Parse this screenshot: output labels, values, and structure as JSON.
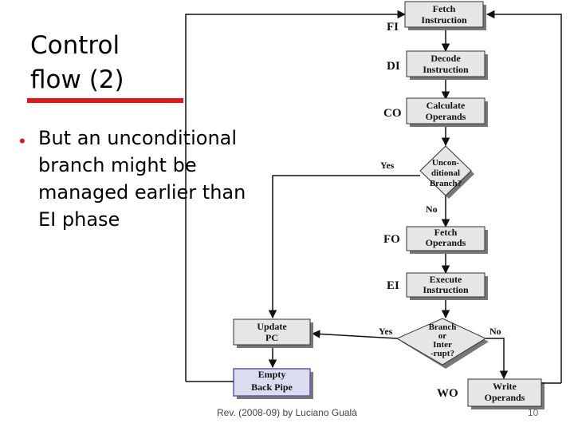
{
  "slide": {
    "title_line1": "Control",
    "title_line2": "flow (2)",
    "bullet": "But an unconditional branch might be managed earlier than EI phase",
    "footer": "Rev. (2008-09) by Luciano Gualà",
    "page_number": "10"
  },
  "diagram": {
    "stages": {
      "fi": "FI",
      "di": "DI",
      "co": "CO",
      "fo": "FO",
      "ei": "EI",
      "wo": "WO"
    },
    "boxes": {
      "fetch_instruction": [
        "Fetch",
        "Instruction"
      ],
      "decode_instruction": [
        "Decode",
        "Instruction"
      ],
      "calculate_operands": [
        "Calculate",
        "Operands"
      ],
      "fetch_operands": [
        "Fetch",
        "Operands"
      ],
      "execute_instruction": [
        "Execute",
        "Instruction"
      ],
      "update_pc": [
        "Update",
        "PC"
      ],
      "empty_back_pipe": [
        "Empty",
        "Back Pipe"
      ],
      "write_operands": [
        "Write",
        "Operands"
      ]
    },
    "decisions": {
      "unconditional_branch": [
        "Uncon-",
        "ditional",
        "Branch?"
      ],
      "branch_or_interrupt": [
        "Branch",
        "or",
        "Inter",
        "-rupt?"
      ]
    },
    "edge_labels": {
      "uncond_yes": "Yes",
      "uncond_no": "No",
      "branch_yes": "Yes",
      "branch_no": "No"
    },
    "colors": {
      "box_fill": "#e6e6e6",
      "highlight_fill": "#dcdcf0",
      "highlight_border": "#5a5aa8",
      "accent": "#e0161b"
    }
  }
}
